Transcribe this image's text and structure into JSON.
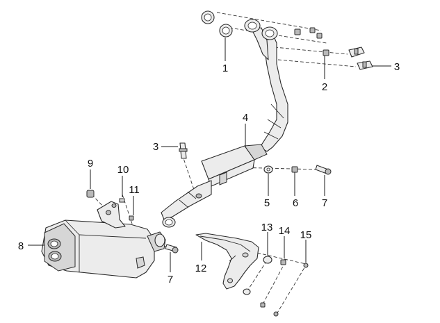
{
  "callouts": [
    {
      "id": "c1",
      "label": "1"
    },
    {
      "id": "c2",
      "label": "2"
    },
    {
      "id": "c3a",
      "label": "3"
    },
    {
      "id": "c3b",
      "label": "3"
    },
    {
      "id": "c4",
      "label": "4"
    },
    {
      "id": "c5",
      "label": "5"
    },
    {
      "id": "c6",
      "label": "6"
    },
    {
      "id": "c7a",
      "label": "7"
    },
    {
      "id": "c7b",
      "label": "7"
    },
    {
      "id": "c8",
      "label": "8"
    },
    {
      "id": "c9",
      "label": "9"
    },
    {
      "id": "c10",
      "label": "10"
    },
    {
      "id": "c11",
      "label": "11"
    },
    {
      "id": "c12",
      "label": "12"
    },
    {
      "id": "c13",
      "label": "13"
    },
    {
      "id": "c14",
      "label": "14"
    },
    {
      "id": "c15",
      "label": "15"
    }
  ]
}
